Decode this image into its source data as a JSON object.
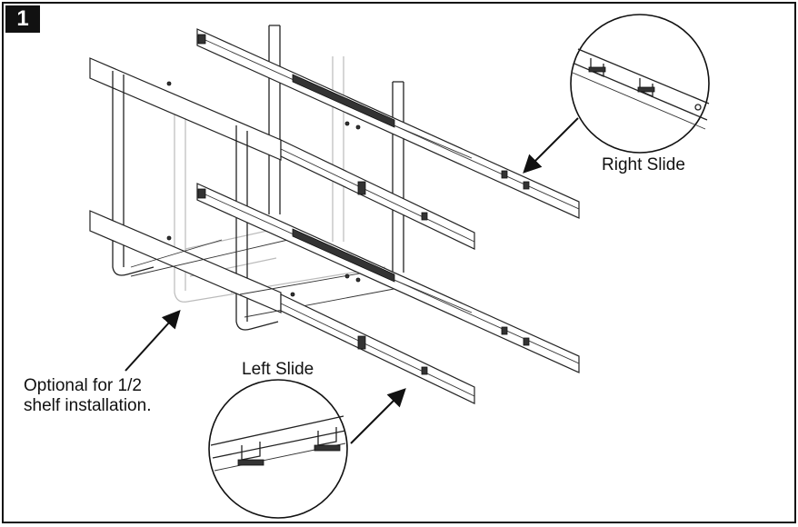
{
  "step": {
    "number": "1"
  },
  "labels": {
    "right_slide": "Right Slide",
    "left_slide": "Left Slide",
    "optional_line1": "Optional for 1/2",
    "optional_line2": "shelf installation."
  }
}
